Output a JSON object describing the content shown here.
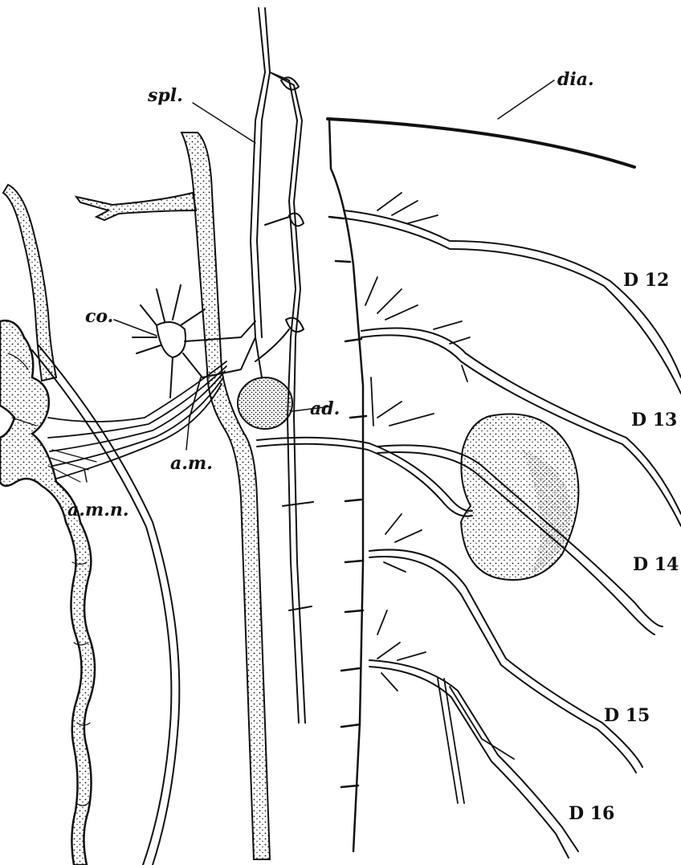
{
  "figure": {
    "labels": {
      "dia": "dia.",
      "spl": "spl.",
      "co": "co.",
      "ad": "ad.",
      "am": "a.m.",
      "amn": "a.m.n.",
      "d12": "D 12",
      "d13": "D 13",
      "d14": "D 14",
      "d15": "D 15",
      "d16": "D 16"
    },
    "colors": {
      "ink": "#111111",
      "paper": "#ffffff"
    }
  }
}
